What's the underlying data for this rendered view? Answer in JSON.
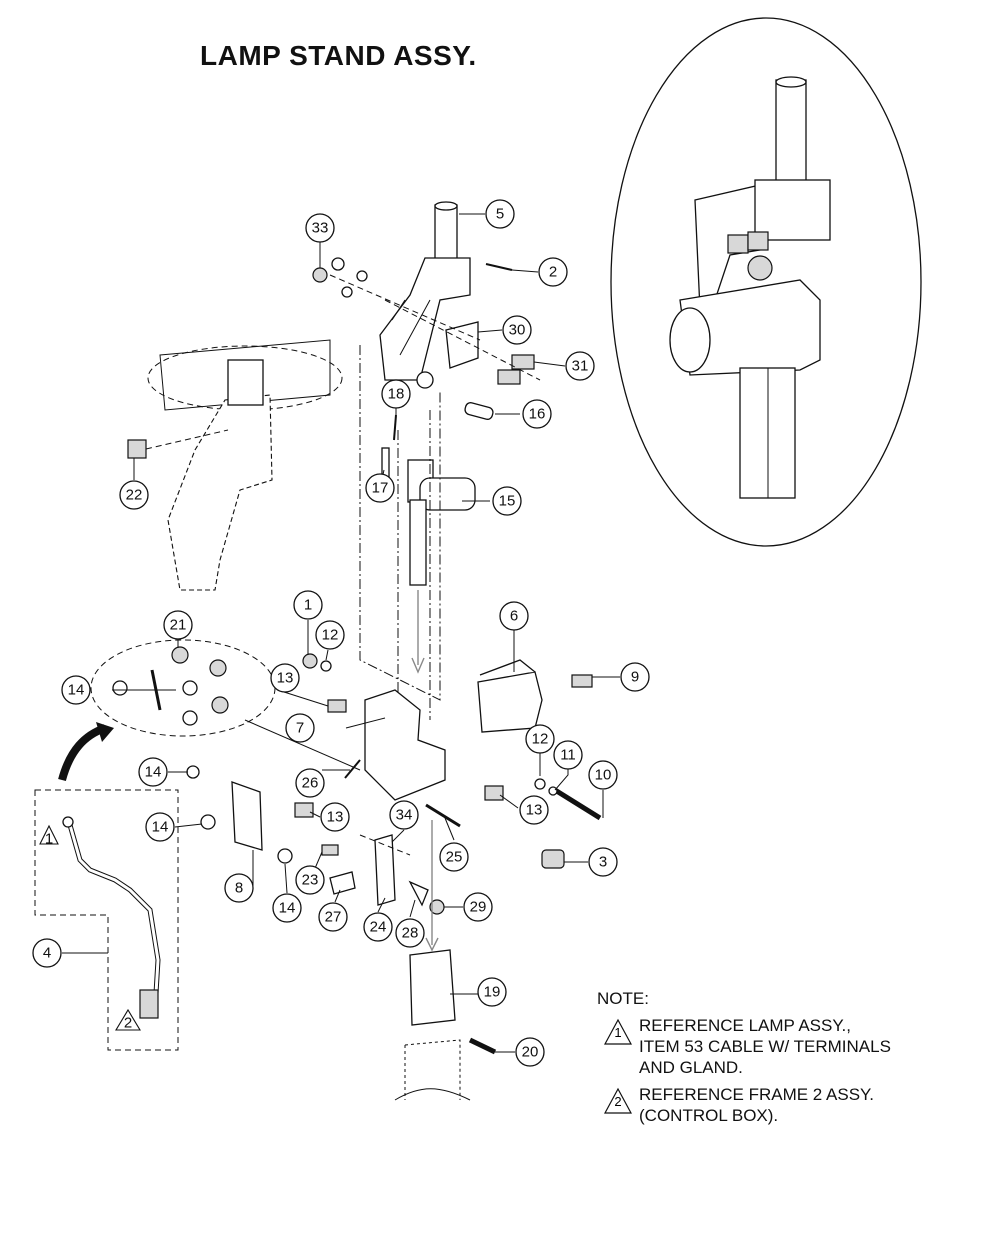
{
  "title": "LAMP STAND ASSY.",
  "callouts": [
    "1",
    "2",
    "3",
    "4",
    "5",
    "6",
    "7",
    "8",
    "9",
    "10",
    "11",
    "12",
    "13",
    "14",
    "15",
    "16",
    "17",
    "18",
    "19",
    "20",
    "21",
    "22",
    "23",
    "24",
    "25",
    "26",
    "27",
    "28",
    "29",
    "30",
    "31",
    "33",
    "34"
  ],
  "notes": {
    "heading": "NOTE:",
    "items": [
      {
        "marker": "1",
        "lines": [
          "REFERENCE LAMP ASSY.,",
          "ITEM 53 CABLE W/ TERMINALS",
          "AND GLAND."
        ]
      },
      {
        "marker": "2",
        "lines": [
          "REFERENCE FRAME 2 ASSY.",
          "(CONTROL BOX)."
        ]
      }
    ]
  },
  "cable_markers": [
    "1",
    "2"
  ]
}
